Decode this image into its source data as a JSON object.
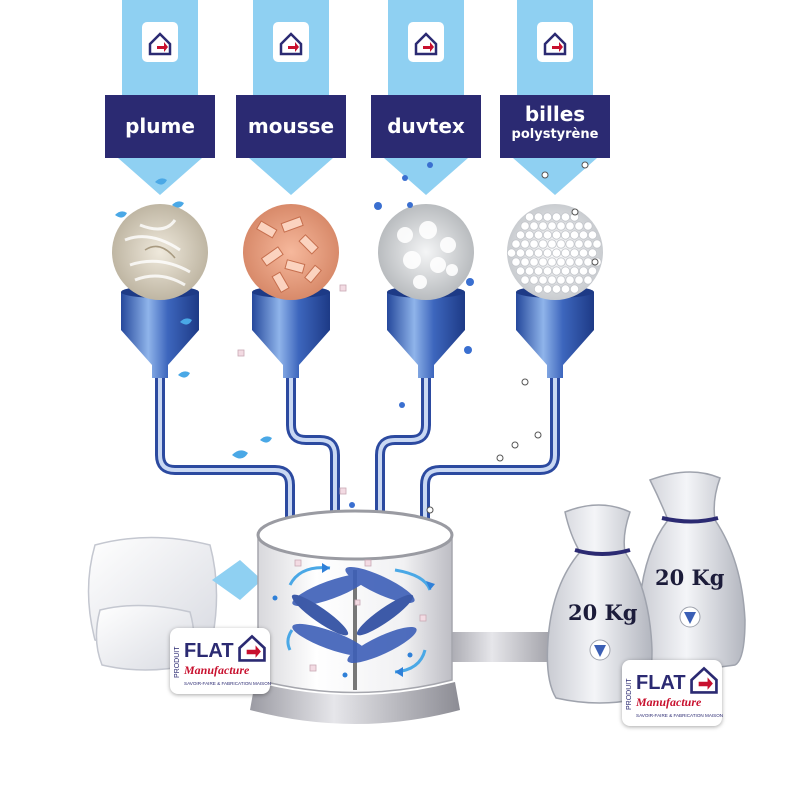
{
  "colors": {
    "label_bg": "#2b2a72",
    "column": "#7fc6ee",
    "silo_blue": "#3b5fb5",
    "pipe": "#2c4aa0",
    "particle": "#2f80d8",
    "brand_red": "#c8102e"
  },
  "materials": [
    {
      "label": "plume",
      "icon": "house-arrow-icon"
    },
    {
      "label": "mousse",
      "icon": "house-arrow-icon"
    },
    {
      "label": "duvtex",
      "icon": "house-arrow-icon"
    },
    {
      "label": "billes",
      "label2": "polystyrène",
      "icon": "house-arrow-icon"
    }
  ],
  "bags": [
    {
      "weight": "20 Kg"
    },
    {
      "weight": "20 Kg"
    }
  ],
  "badge": {
    "produit": "PRODUIT",
    "flat": "FLAT",
    "manu": "Manufacture",
    "tagline": "SAVOIR-FAIRE & FABRICATION MAISON"
  }
}
